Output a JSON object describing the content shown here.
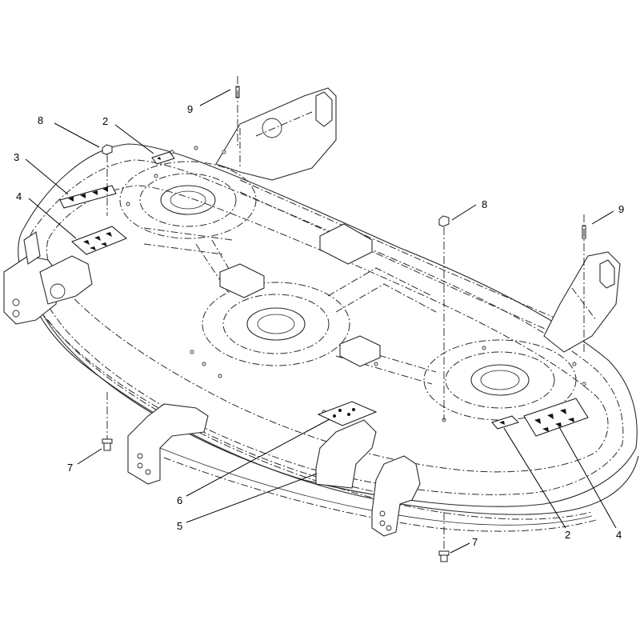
{
  "diagram": {
    "callouts": [
      {
        "id": "c-9-top",
        "label": "9"
      },
      {
        "id": "c-8-left",
        "label": "8"
      },
      {
        "id": "c-2-top",
        "label": "2"
      },
      {
        "id": "c-3",
        "label": "3"
      },
      {
        "id": "c-4-left",
        "label": "4"
      },
      {
        "id": "c-8-right",
        "label": "8"
      },
      {
        "id": "c-9-right",
        "label": "9"
      },
      {
        "id": "c-7-left",
        "label": "7"
      },
      {
        "id": "c-6",
        "label": "6"
      },
      {
        "id": "c-5",
        "label": "5"
      },
      {
        "id": "c-2-bottom",
        "label": "2"
      },
      {
        "id": "c-4-right",
        "label": "4"
      },
      {
        "id": "c-7-bottom",
        "label": "7"
      }
    ]
  }
}
